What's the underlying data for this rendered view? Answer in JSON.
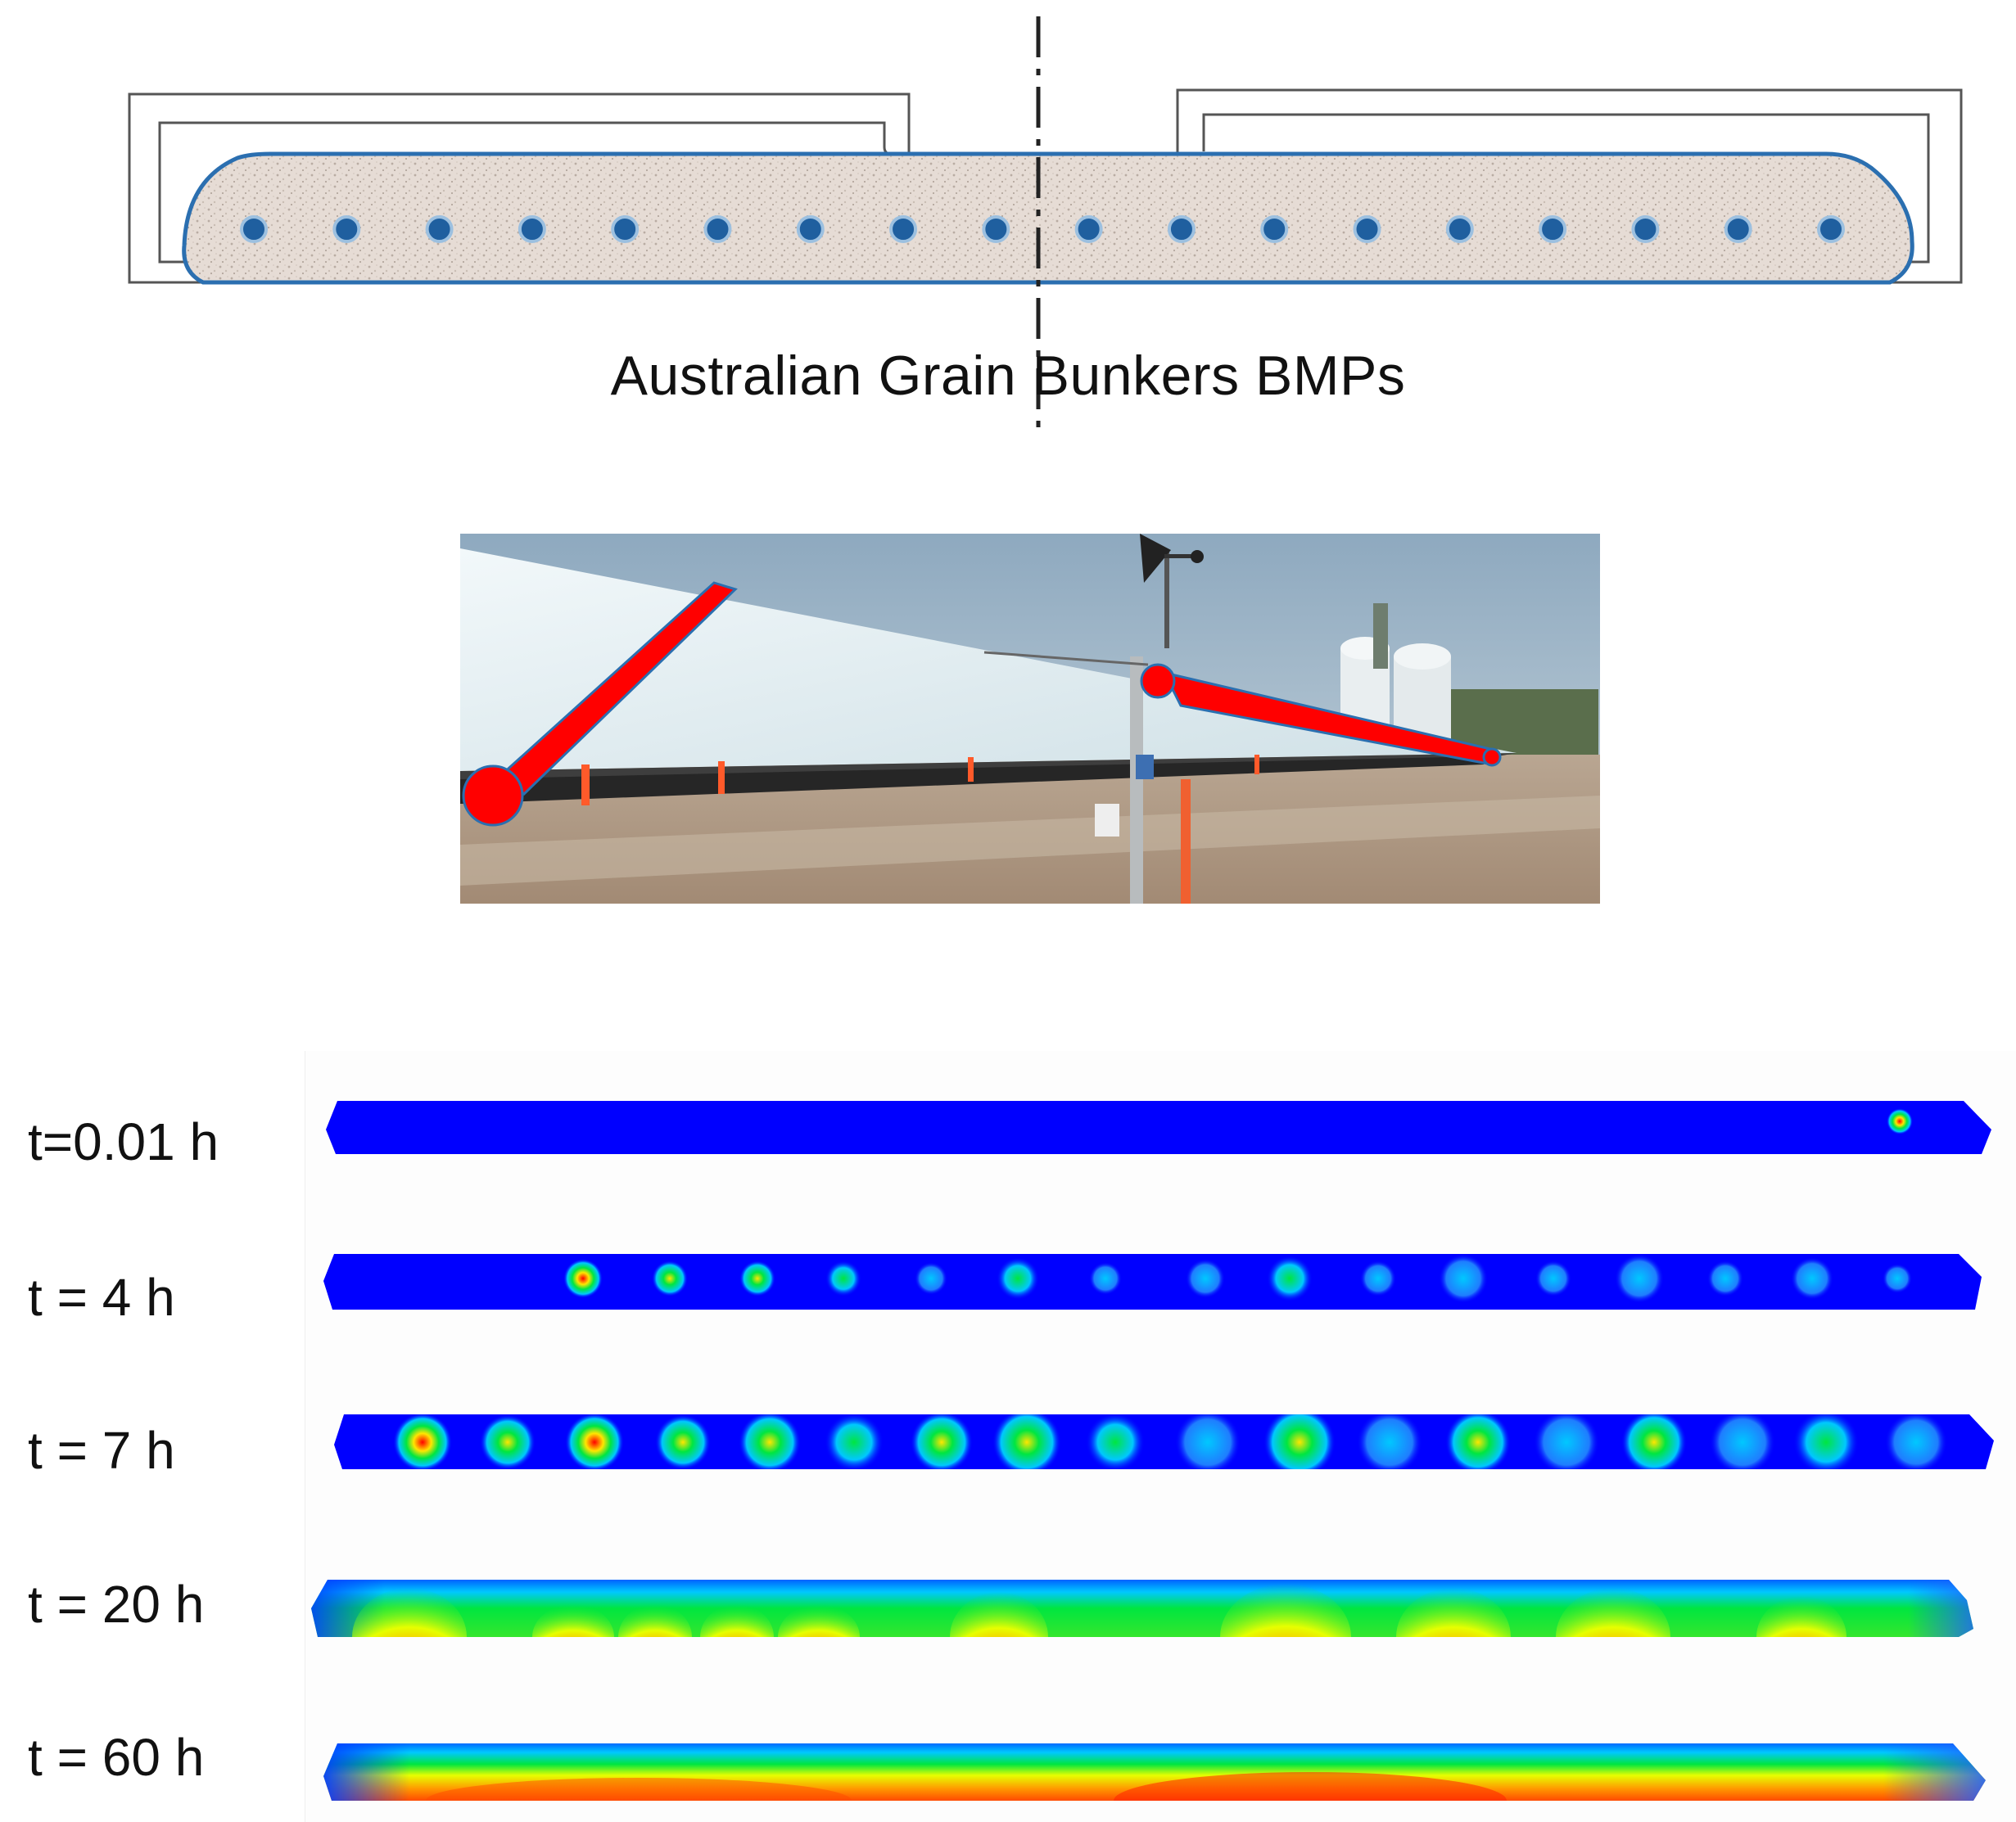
{
  "schematic": {
    "title": "Australian Grain Bunkers BMPs",
    "dot_count": 18,
    "colors": {
      "grain_fill": "#e6dcd5",
      "outline": "#2b6fb0",
      "dot": "#1f5f9f",
      "frame": "#555555"
    }
  },
  "photo": {
    "colors": {
      "sky": "#9bb2c4",
      "tarp": "#e9f1f4",
      "ground": "#a9927f",
      "marker": "#ff0000"
    }
  },
  "simulation": {
    "rows": [
      {
        "label": "t=0.01 h",
        "stage": 0
      },
      {
        "label": "t = 4 h",
        "stage": 1
      },
      {
        "label": "t = 7 h",
        "stage": 2
      },
      {
        "label": "t = 20 h",
        "stage": 3
      },
      {
        "label": "t = 60 h",
        "stage": 4
      }
    ],
    "colormap": [
      "#0000ff",
      "#00c8ff",
      "#00e640",
      "#ffe600",
      "#ff0000"
    ]
  }
}
